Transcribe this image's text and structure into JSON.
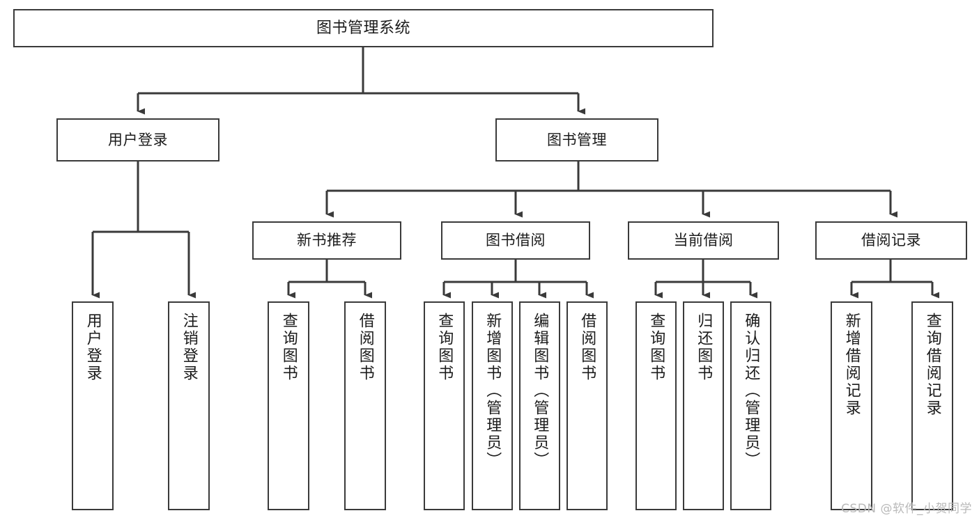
{
  "diagram": {
    "title": "图书管理系统",
    "type": "tree-hierarchy",
    "watermark": "CSDN @软件_小贺同学",
    "colors": {
      "box_border": "#3a3a3a",
      "box_fill": "#ffffff",
      "edge": "#3a3a3a",
      "text": "#1b1b1b",
      "watermark": "#b9b9b9",
      "background": "#ffffff"
    },
    "root": {
      "label": "图书管理系统"
    },
    "level2": [
      {
        "id": "user-login",
        "label": "用户登录"
      },
      {
        "id": "book-manage",
        "label": "图书管理"
      }
    ],
    "level3": [
      {
        "id": "new-book-recommend",
        "label": "新书推荐"
      },
      {
        "id": "book-borrow",
        "label": "图书借阅"
      },
      {
        "id": "current-borrow",
        "label": "当前借阅"
      },
      {
        "id": "borrow-record",
        "label": "借阅记录"
      }
    ],
    "leaves": {
      "user_login": [
        {
          "id": "leaf-user-login",
          "label": "用户登录"
        },
        {
          "id": "leaf-logout-login",
          "label": "注销登录"
        }
      ],
      "new_book_recommend": [
        {
          "id": "leaf-query-book-1",
          "label": "查询图书"
        },
        {
          "id": "leaf-borrow-book-1",
          "label": "借阅图书"
        }
      ],
      "book_borrow": [
        {
          "id": "leaf-query-book-2",
          "label": "查询图书"
        },
        {
          "id": "leaf-add-book",
          "label": "新增图书（管理员）"
        },
        {
          "id": "leaf-edit-book",
          "label": "编辑图书（管理员）"
        },
        {
          "id": "leaf-borrow-book-2",
          "label": "借阅图书"
        }
      ],
      "current_borrow": [
        {
          "id": "leaf-query-book-3",
          "label": "查询图书"
        },
        {
          "id": "leaf-return-book",
          "label": "归还图书"
        },
        {
          "id": "leaf-confirm-return",
          "label": "确认归还（管理员）"
        }
      ],
      "borrow_record": [
        {
          "id": "leaf-add-borrow-record",
          "label": "新增借阅记录"
        },
        {
          "id": "leaf-query-borrow-record",
          "label": "查询借阅记录"
        }
      ]
    }
  }
}
